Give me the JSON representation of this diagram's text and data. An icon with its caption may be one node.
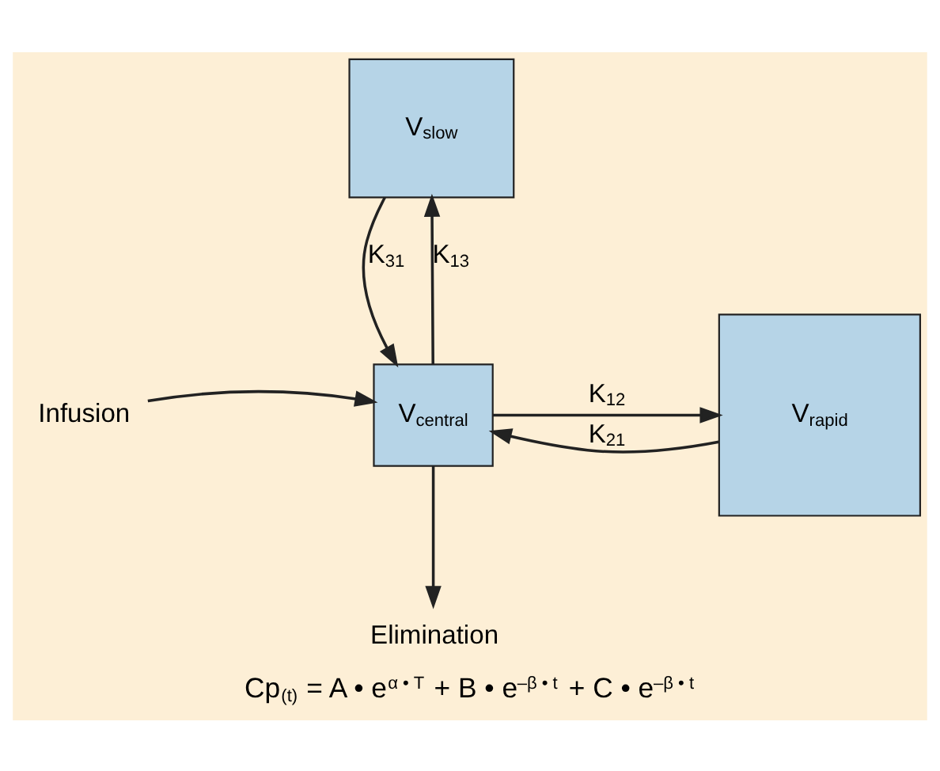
{
  "diagram": {
    "caption": "Cp$_{(t)}$ = A • e$^{α • T}$ + B • e$^{–β • t}$ + C • e$^{–β • t}$",
    "nodes": [
      {
        "text": [
          "V$_{slow}$"
        ]
      },
      {
        "text": [
          "V$_{central}$"
        ]
      },
      {
        "text": [
          "V$_{rapid}$"
        ]
      },
      {
        "text": [
          "Infusion"
        ]
      },
      {
        "text": [
          "Elimination"
        ]
      }
    ],
    "edges": [
      {
        "from": 1,
        "to": 0,
        "arrow": "to",
        "label": "K$_{13}$"
      },
      {
        "from": 0,
        "to": 1,
        "arrow": "to",
        "label": "K$_{31}$"
      },
      {
        "from": 1,
        "to": 2,
        "arrow": "to",
        "label": "K$_{12}$"
      },
      {
        "from": 2,
        "to": 1,
        "arrow": "to",
        "label": "K$_{21}$"
      },
      {
        "from": 3,
        "to": 1,
        "arrow": "to"
      },
      {
        "from": 1,
        "to": 4,
        "arrow": "to"
      }
    ]
  }
}
